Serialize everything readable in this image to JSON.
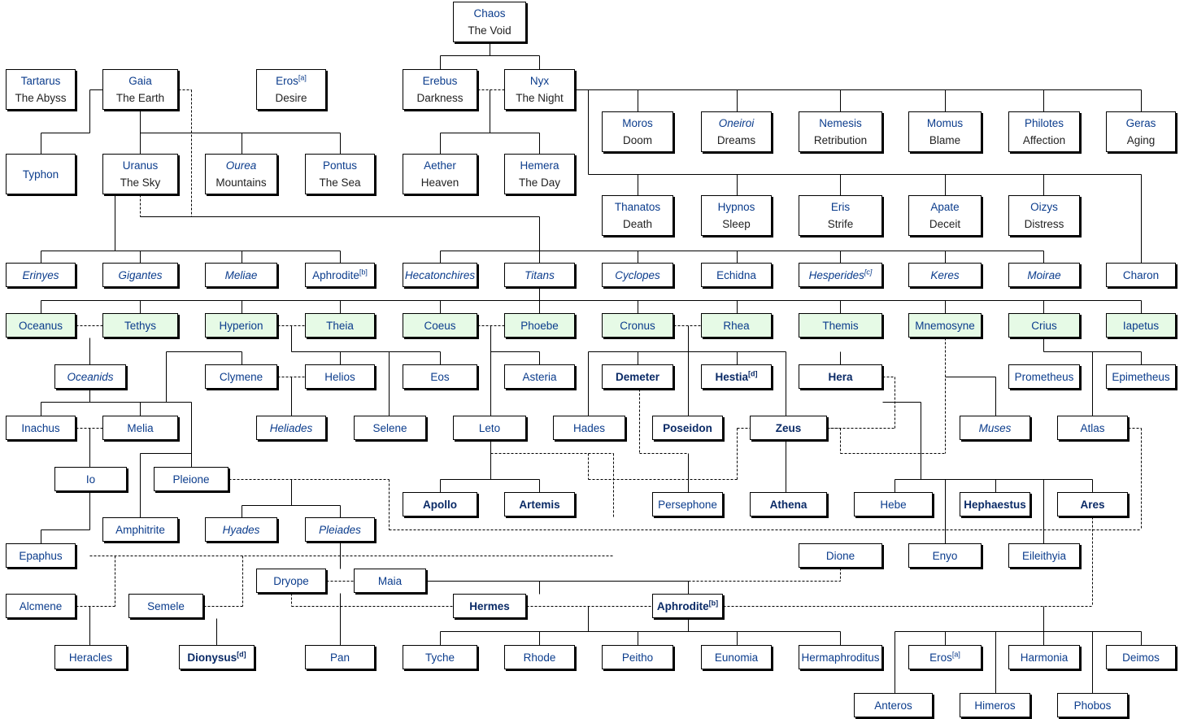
{
  "nodes": [
    {
      "id": "chaos",
      "name": "Chaos",
      "sub": "The Void"
    },
    {
      "id": "tartarus",
      "name": "Tartarus",
      "sub": "The Abyss"
    },
    {
      "id": "gaia",
      "name": "Gaia",
      "sub": "The Earth"
    },
    {
      "id": "eros",
      "name": "Eros",
      "sub": "Desire",
      "sup": "[a]"
    },
    {
      "id": "erebus",
      "name": "Erebus",
      "sub": "Darkness"
    },
    {
      "id": "nyx",
      "name": "Nyx",
      "sub": "The Night"
    },
    {
      "id": "moros",
      "name": "Moros",
      "sub": "Doom"
    },
    {
      "id": "oneiroi",
      "name": "Oneiroi",
      "sub": "Dreams",
      "style": "italic"
    },
    {
      "id": "nemesis",
      "name": "Nemesis",
      "sub": "Retribution"
    },
    {
      "id": "momus",
      "name": "Momus",
      "sub": "Blame"
    },
    {
      "id": "philotes",
      "name": "Philotes",
      "sub": "Affection"
    },
    {
      "id": "geras",
      "name": "Geras",
      "sub": "Aging"
    },
    {
      "id": "typhon",
      "name": "Typhon"
    },
    {
      "id": "uranus",
      "name": "Uranus",
      "sub": "The Sky"
    },
    {
      "id": "ourea",
      "name": "Ourea",
      "sub": "Mountains",
      "style": "italic"
    },
    {
      "id": "pontus",
      "name": "Pontus",
      "sub": "The Sea"
    },
    {
      "id": "aether",
      "name": "Aether",
      "sub": "Heaven"
    },
    {
      "id": "hemera",
      "name": "Hemera",
      "sub": "The Day"
    },
    {
      "id": "thanatos",
      "name": "Thanatos",
      "sub": "Death"
    },
    {
      "id": "hypnos",
      "name": "Hypnos",
      "sub": "Sleep"
    },
    {
      "id": "eris",
      "name": "Eris",
      "sub": "Strife"
    },
    {
      "id": "apate",
      "name": "Apate",
      "sub": "Deceit"
    },
    {
      "id": "oizys",
      "name": "Oizys",
      "sub": "Distress"
    },
    {
      "id": "erinyes",
      "name": "Erinyes",
      "style": "italic"
    },
    {
      "id": "gigantes",
      "name": "Gigantes",
      "style": "italic"
    },
    {
      "id": "meliae",
      "name": "Meliae",
      "style": "italic"
    },
    {
      "id": "aphrodite1",
      "name": "Aphrodite",
      "sup": "[b]"
    },
    {
      "id": "hecatonchires",
      "name": "Hecatonchires",
      "style": "italic"
    },
    {
      "id": "titans",
      "name": "Titans",
      "style": "italic"
    },
    {
      "id": "cyclopes",
      "name": "Cyclopes",
      "style": "italic"
    },
    {
      "id": "echidna",
      "name": "Echidna"
    },
    {
      "id": "hesperides",
      "name": "Hesperides",
      "sup": "[c]",
      "style": "italic"
    },
    {
      "id": "keres",
      "name": "Keres",
      "style": "italic"
    },
    {
      "id": "moirae",
      "name": "Moirae",
      "style": "italic"
    },
    {
      "id": "charon",
      "name": "Charon"
    },
    {
      "id": "oceanus",
      "name": "Oceanus",
      "green": true
    },
    {
      "id": "tethys",
      "name": "Tethys",
      "green": true
    },
    {
      "id": "hyperion",
      "name": "Hyperion",
      "green": true
    },
    {
      "id": "theia",
      "name": "Theia",
      "green": true
    },
    {
      "id": "coeus",
      "name": "Coeus",
      "green": true
    },
    {
      "id": "phoebe",
      "name": "Phoebe",
      "green": true
    },
    {
      "id": "cronus",
      "name": "Cronus",
      "green": true
    },
    {
      "id": "rhea",
      "name": "Rhea",
      "green": true
    },
    {
      "id": "themis",
      "name": "Themis",
      "green": true
    },
    {
      "id": "mnemosyne",
      "name": "Mnemosyne",
      "green": true
    },
    {
      "id": "crius",
      "name": "Crius",
      "green": true
    },
    {
      "id": "iapetus",
      "name": "Iapetus",
      "green": true
    },
    {
      "id": "oceanids",
      "name": "Oceanids",
      "style": "italic"
    },
    {
      "id": "clymene",
      "name": "Clymene"
    },
    {
      "id": "helios",
      "name": "Helios"
    },
    {
      "id": "eos",
      "name": "Eos"
    },
    {
      "id": "asteria",
      "name": "Asteria"
    },
    {
      "id": "demeter",
      "name": "Demeter",
      "style": "bold"
    },
    {
      "id": "hestia",
      "name": "Hestia",
      "sup": "[d]",
      "style": "bold"
    },
    {
      "id": "hera",
      "name": "Hera",
      "style": "bold"
    },
    {
      "id": "prometheus",
      "name": "Prometheus"
    },
    {
      "id": "epimetheus",
      "name": "Epimetheus"
    },
    {
      "id": "inachus",
      "name": "Inachus"
    },
    {
      "id": "melia",
      "name": "Melia"
    },
    {
      "id": "heliades",
      "name": "Heliades",
      "style": "italic"
    },
    {
      "id": "selene",
      "name": "Selene"
    },
    {
      "id": "leto",
      "name": "Leto"
    },
    {
      "id": "hades",
      "name": "Hades"
    },
    {
      "id": "poseidon",
      "name": "Poseidon",
      "style": "bold"
    },
    {
      "id": "zeus",
      "name": "Zeus",
      "style": "bold"
    },
    {
      "id": "muses",
      "name": "Muses",
      "style": "italic"
    },
    {
      "id": "atlas",
      "name": "Atlas"
    },
    {
      "id": "io",
      "name": "Io"
    },
    {
      "id": "pleione",
      "name": "Pleione"
    },
    {
      "id": "apollo",
      "name": "Apollo",
      "style": "bold"
    },
    {
      "id": "artemis",
      "name": "Artemis",
      "style": "bold"
    },
    {
      "id": "persephone",
      "name": "Persephone"
    },
    {
      "id": "athena",
      "name": "Athena",
      "style": "bold"
    },
    {
      "id": "hebe",
      "name": "Hebe"
    },
    {
      "id": "hephaestus",
      "name": "Hephaestus",
      "style": "bold"
    },
    {
      "id": "ares",
      "name": "Ares",
      "style": "bold"
    },
    {
      "id": "amphitrite",
      "name": "Amphitrite"
    },
    {
      "id": "hyades",
      "name": "Hyades",
      "style": "italic"
    },
    {
      "id": "pleiades",
      "name": "Pleiades",
      "style": "italic"
    },
    {
      "id": "epaphus",
      "name": "Epaphus"
    },
    {
      "id": "dione",
      "name": "Dione"
    },
    {
      "id": "enyo",
      "name": "Enyo"
    },
    {
      "id": "eileithyia",
      "name": "Eileithyia"
    },
    {
      "id": "dryope",
      "name": "Dryope"
    },
    {
      "id": "maia",
      "name": "Maia"
    },
    {
      "id": "alcmene",
      "name": "Alcmene"
    },
    {
      "id": "semele",
      "name": "Semele"
    },
    {
      "id": "hermes",
      "name": "Hermes",
      "style": "bold"
    },
    {
      "id": "aphrodite2",
      "name": "Aphrodite",
      "sup": "[b]",
      "style": "bold"
    },
    {
      "id": "heracles",
      "name": "Heracles"
    },
    {
      "id": "dionysus",
      "name": "Dionysus",
      "sup": "[d]",
      "style": "bold"
    },
    {
      "id": "pan",
      "name": "Pan"
    },
    {
      "id": "tyche",
      "name": "Tyche"
    },
    {
      "id": "rhode",
      "name": "Rhode"
    },
    {
      "id": "peitho",
      "name": "Peitho"
    },
    {
      "id": "eunomia",
      "name": "Eunomia"
    },
    {
      "id": "hermaphroditus",
      "name": "Hermaphroditus"
    },
    {
      "id": "eros2",
      "name": "Eros",
      "sup": "[a]"
    },
    {
      "id": "harmonia",
      "name": "Harmonia"
    },
    {
      "id": "deimos",
      "name": "Deimos"
    },
    {
      "id": "anteros",
      "name": "Anteros"
    },
    {
      "id": "himeros",
      "name": "Himeros"
    },
    {
      "id": "phobos",
      "name": "Phobos"
    }
  ]
}
